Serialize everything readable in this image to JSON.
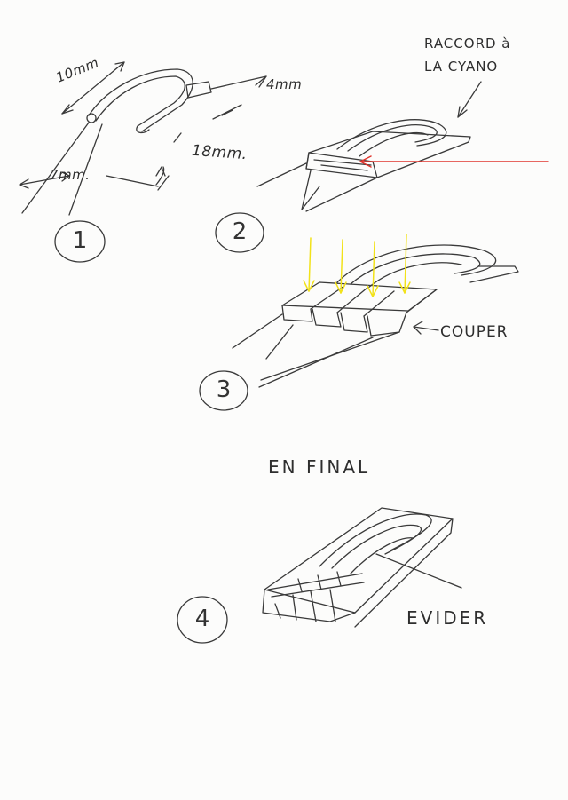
{
  "annotations": {
    "dim_10mm": "10mm",
    "dim_4mm": "4mm",
    "dim_7mm": "7mm.",
    "dim_18mm": "18mm.",
    "raccord_line1": "RACCORD à",
    "raccord_line2": "LA CYANO",
    "couper": "COUPER",
    "en_final": "EN FINAL",
    "evider": "EVIDER"
  },
  "steps": [
    "1",
    "2",
    "3",
    "4"
  ],
  "colors": {
    "pencil": "#3a3a3a",
    "arrow_red": "#e0342c",
    "arrow_yellow": "#f2e21a"
  }
}
